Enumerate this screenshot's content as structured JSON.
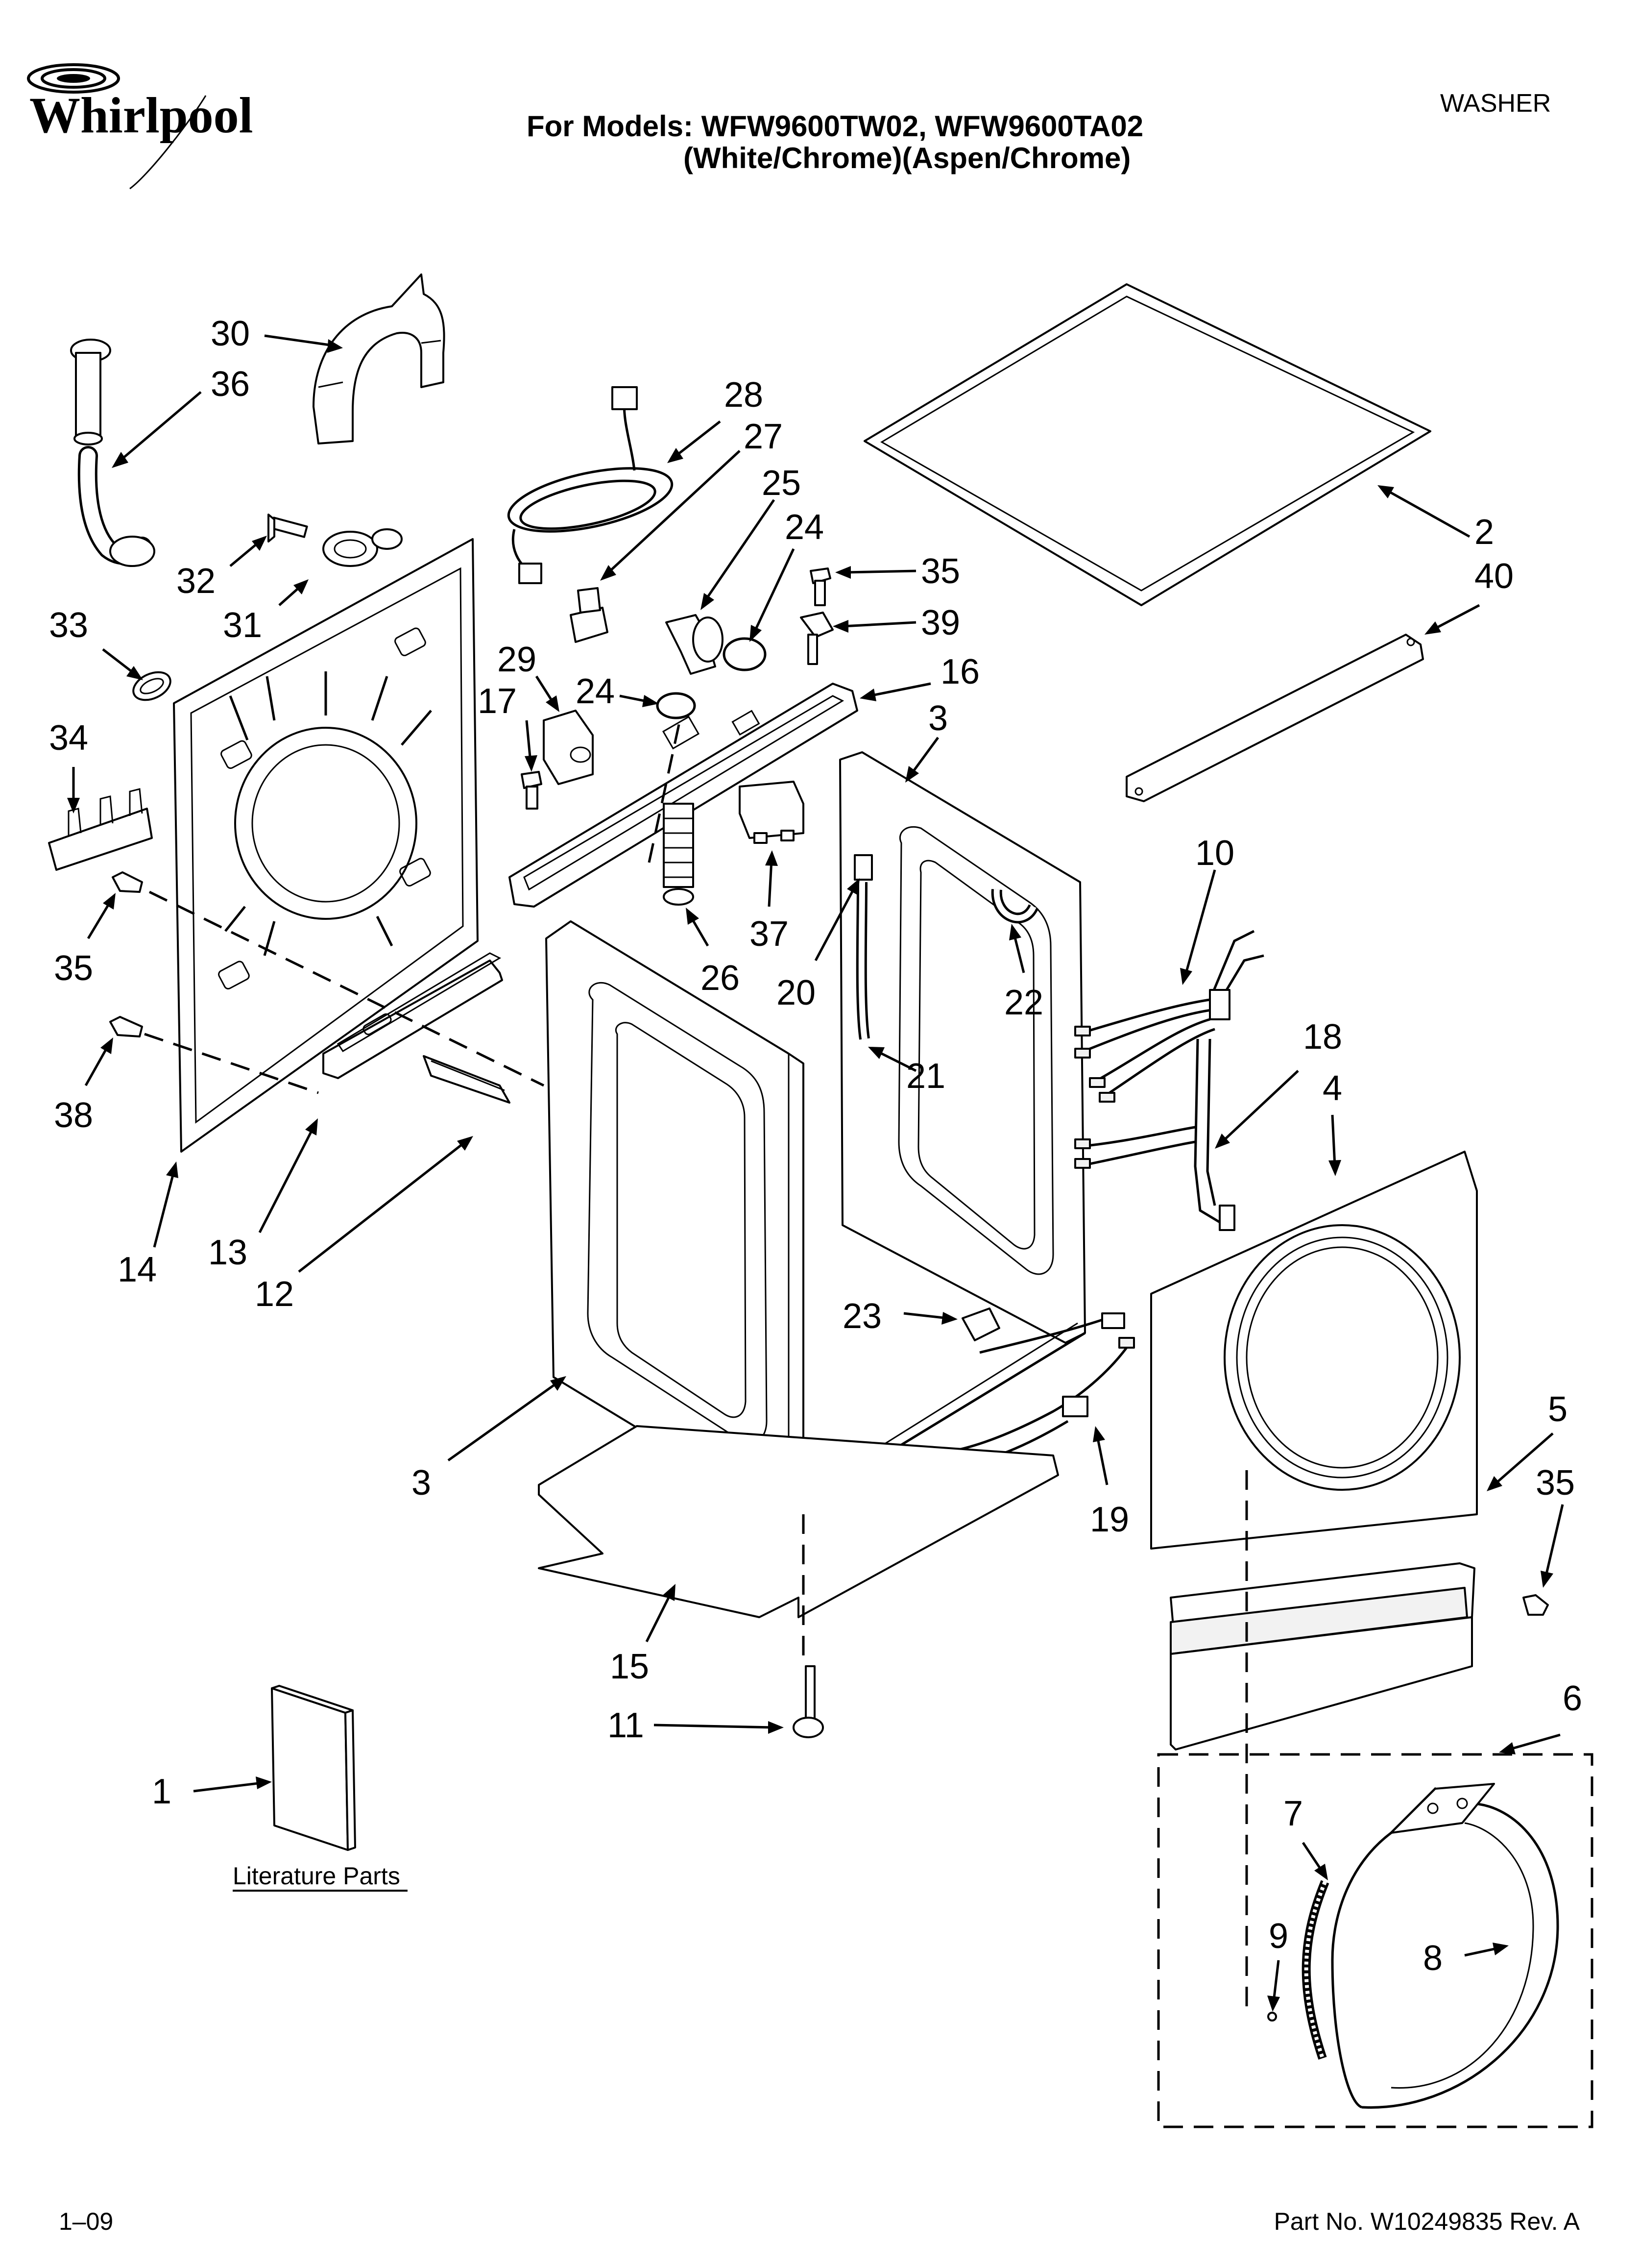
{
  "header": {
    "brand": "Whirlpool",
    "models_line1": "For Models: WFW9600TW02, WFW9600TA02",
    "models_line2": "(White/Chrome)(Aspen/Chrome)",
    "appliance": "WASHER"
  },
  "footer": {
    "date_code": "1–09",
    "part_no": "Part No. W10249835 Rev. A"
  },
  "literature_caption": "Literature Parts",
  "callouts": [
    {
      "id": "c30",
      "n": "30"
    },
    {
      "id": "c36",
      "n": "36"
    },
    {
      "id": "c28",
      "n": "28"
    },
    {
      "id": "c27",
      "n": "27"
    },
    {
      "id": "c25",
      "n": "25"
    },
    {
      "id": "c24a",
      "n": "24"
    },
    {
      "id": "c35a",
      "n": "35"
    },
    {
      "id": "c39",
      "n": "39"
    },
    {
      "id": "c2",
      "n": "2"
    },
    {
      "id": "c40",
      "n": "40"
    },
    {
      "id": "c32",
      "n": "32"
    },
    {
      "id": "c31",
      "n": "31"
    },
    {
      "id": "c33",
      "n": "33"
    },
    {
      "id": "c29",
      "n": "29"
    },
    {
      "id": "c24b",
      "n": "24"
    },
    {
      "id": "c16",
      "n": "16"
    },
    {
      "id": "c3a",
      "n": "3"
    },
    {
      "id": "c17",
      "n": "17"
    },
    {
      "id": "c34",
      "n": "34"
    },
    {
      "id": "c37",
      "n": "37"
    },
    {
      "id": "c10",
      "n": "10"
    },
    {
      "id": "c35b",
      "n": "35"
    },
    {
      "id": "c26",
      "n": "26"
    },
    {
      "id": "c20",
      "n": "20"
    },
    {
      "id": "c22",
      "n": "22"
    },
    {
      "id": "c21",
      "n": "21"
    },
    {
      "id": "c18",
      "n": "18"
    },
    {
      "id": "c4",
      "n": "4"
    },
    {
      "id": "c38",
      "n": "38"
    },
    {
      "id": "c14",
      "n": "14"
    },
    {
      "id": "c13",
      "n": "13"
    },
    {
      "id": "c12",
      "n": "12"
    },
    {
      "id": "c23",
      "n": "23"
    },
    {
      "id": "c3b",
      "n": "3"
    },
    {
      "id": "c19",
      "n": "19"
    },
    {
      "id": "c5",
      "n": "5"
    },
    {
      "id": "c35c",
      "n": "35"
    },
    {
      "id": "c15",
      "n": "15"
    },
    {
      "id": "c11",
      "n": "11"
    },
    {
      "id": "c6",
      "n": "6"
    },
    {
      "id": "c1",
      "n": "1"
    },
    {
      "id": "c7",
      "n": "7"
    },
    {
      "id": "c9",
      "n": "9"
    },
    {
      "id": "c8",
      "n": "8"
    }
  ]
}
